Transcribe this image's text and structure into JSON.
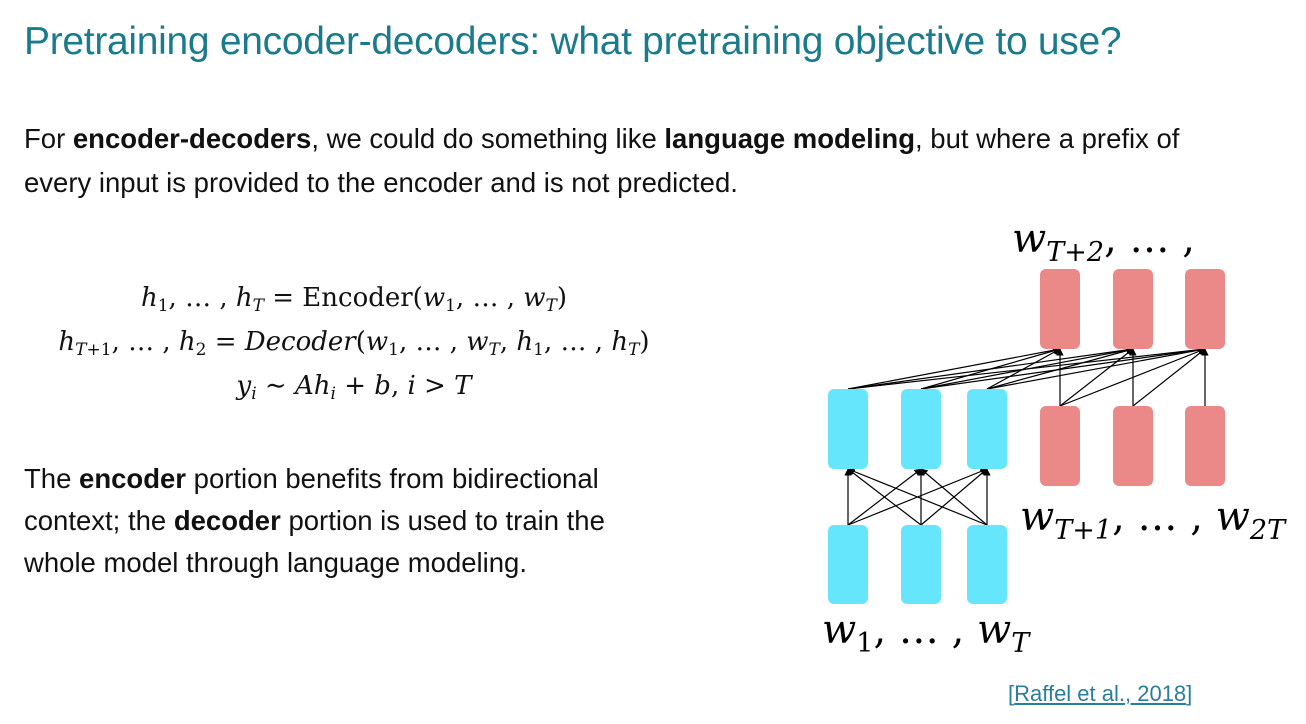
{
  "slide": {
    "title": "Pretraining encoder-decoders: what pretraining objective to use?",
    "intro": {
      "t1": "For ",
      "b1": "encoder-decoders",
      "t2": ", we could do something like ",
      "b2": "language modeling",
      "t3": ", but where a prefix of every input is provided to the encoder and is not predicted."
    },
    "equations": {
      "line1": "h₁, … , h_T = Encoder(w₁, … , w_T)",
      "line2": "h_{T+1}, … , h₂ = Decoder(w₁, … , w_T, h₁, … , h_T)",
      "line3": "y_i ∼ Ah_i + b, i > T"
    },
    "benefit": {
      "t1": "The ",
      "b1": "encoder",
      "t2": " portion benefits from bidirectional context; the ",
      "b2": "decoder",
      "t3": " portion is used to train the whole model through language modeling."
    },
    "diagram": {
      "encoder_input_label": "w₁, … , w_T",
      "decoder_input_label": "w_{T+1}, … , w_{2T}",
      "decoder_output_label": "w_{T+2}, … ,",
      "encoder_color": "#66e6fd",
      "decoder_color": "#eb8888"
    },
    "citation": {
      "open": "[",
      "link": "Raffel et al., 2018",
      "close": "]",
      "color": "#2b7d99"
    },
    "title_color": "#1a7b8c"
  }
}
